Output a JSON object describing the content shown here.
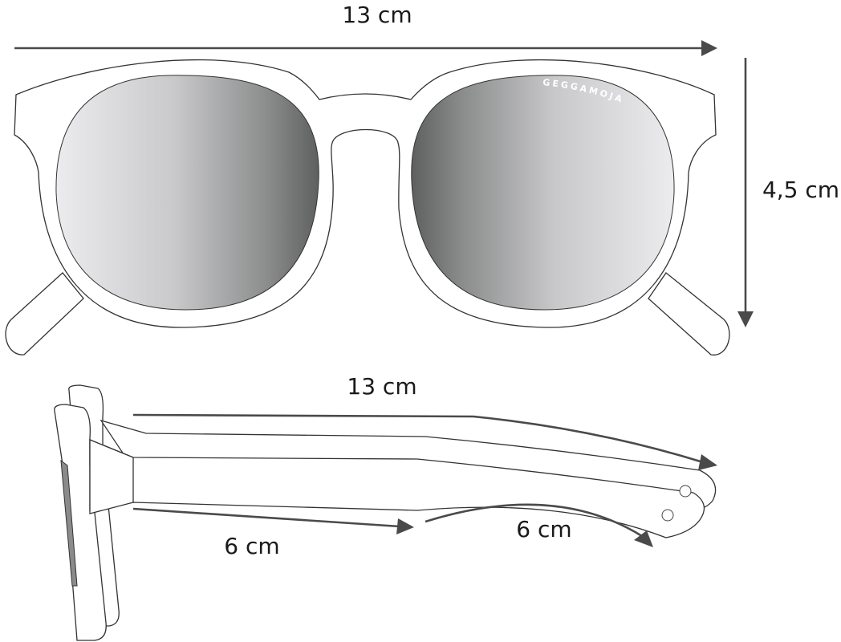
{
  "front_view": {
    "width_label": "13 cm",
    "height_label": "4,5 cm",
    "brand_text": "GEGGAMOJA"
  },
  "side_view": {
    "temple_length_label": "13 cm",
    "front_section_label": "6 cm",
    "rear_section_label": "6 cm"
  },
  "colors": {
    "outline": "#333333",
    "arrow": "#4a4a4a",
    "lens_light": "#e9e9eb",
    "lens_dark": "#5e605f"
  }
}
